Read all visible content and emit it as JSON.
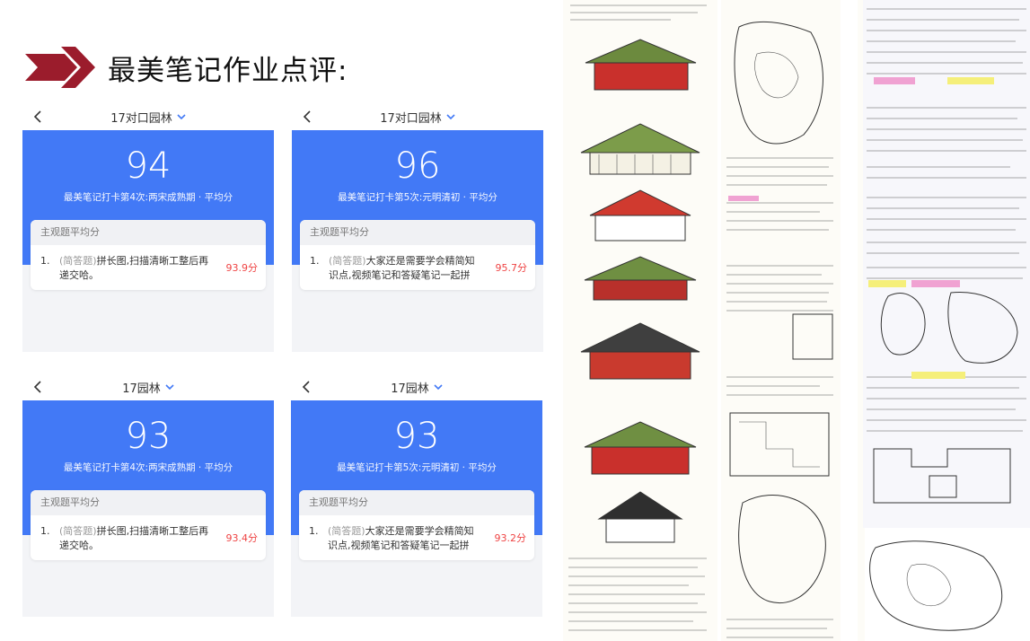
{
  "page_title": "最美笔记作业点评:",
  "colors": {
    "accent_blue": "#4279f6",
    "arrow_red": "#9b1c2c",
    "score_red": "#ef4444"
  },
  "cards": [
    {
      "nav_title": "17对口园林",
      "score": "94",
      "subtitle": "最美笔记打卡第4次:两宋成熟期 · 平均分",
      "section_label": "主观题平均分",
      "item_no": "1.",
      "item_type": "(简答题)",
      "item_text": "拼长图,扫描清晰工整后再递交哈。",
      "item_score": "93.9分"
    },
    {
      "nav_title": "17对口园林",
      "score": "96",
      "subtitle": "最美笔记打卡第5次:元明清初 · 平均分",
      "section_label": "主观题平均分",
      "item_no": "1.",
      "item_type": "(简答题)",
      "item_text": "大家还是需要学会精简知识点,视频笔记和答疑笔记一起拼成...",
      "item_score": "95.7分"
    },
    {
      "nav_title": "17园林",
      "score": "93",
      "subtitle": "最美笔记打卡第4次:两宋成熟期 · 平均分",
      "section_label": "主观题平均分",
      "item_no": "1.",
      "item_type": "(简答题)",
      "item_text": "拼长图,扫描清晰工整后再递交哈。",
      "item_score": "93.4分"
    },
    {
      "nav_title": "17园林",
      "score": "93",
      "subtitle": "最美笔记打卡第5次:元明清初 · 平均分",
      "section_label": "主观题平均分",
      "item_no": "1.",
      "item_type": "(简答题)",
      "item_text": "大家还是需要学会精简知识点,视频笔记和答疑笔记一起拼成...",
      "item_score": "93.2分"
    }
  ],
  "icons": [
    "arrow-right-icon",
    "back-chevron-icon",
    "caret-down-icon"
  ]
}
